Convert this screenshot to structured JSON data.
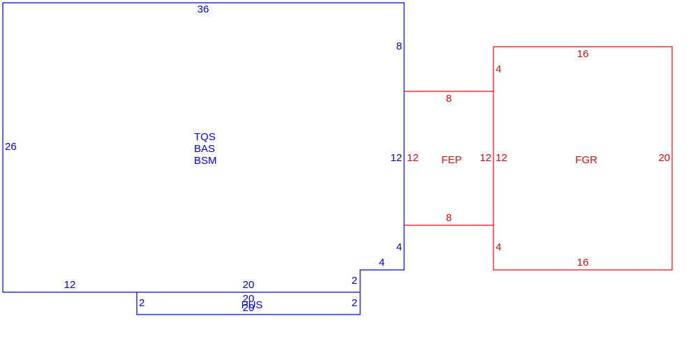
{
  "colors": {
    "main": "#0000cc",
    "addition": "#cc1111"
  },
  "main_area": {
    "codes": [
      "TQS",
      "BAS",
      "BSM"
    ],
    "dims": {
      "top": "36",
      "left": "26",
      "right_upper": "8",
      "right_mid": "12",
      "right_lower": "4",
      "step_horizontal": "4",
      "step_vertical": "2",
      "bottom_left": "12",
      "bottom_right": "20"
    }
  },
  "porch": {
    "code": "PUS",
    "dims": {
      "top": "20",
      "bottom": "20",
      "left": "2",
      "right": "2"
    }
  },
  "fep": {
    "code": "FEP",
    "dims": {
      "top": "8",
      "bottom": "8",
      "left": "12",
      "right": "12"
    }
  },
  "fgr": {
    "code": "FGR",
    "dims": {
      "top": "16",
      "bottom": "16",
      "left": "12",
      "left_upper": "4",
      "left_lower": "4",
      "right": "20"
    }
  }
}
